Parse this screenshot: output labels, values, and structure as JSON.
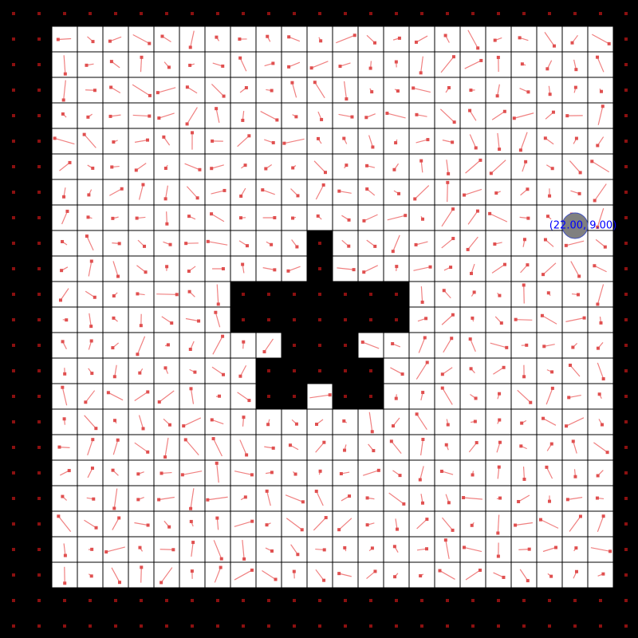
{
  "grid": {
    "cols": 25,
    "rows": 25,
    "wall_color": "#000000",
    "floor_color": "#ffffff",
    "grid_line_color": "#000000",
    "walls": [
      [
        12,
        9
      ],
      [
        12,
        10
      ],
      [
        9,
        11
      ],
      [
        10,
        11
      ],
      [
        11,
        11
      ],
      [
        12,
        11
      ],
      [
        13,
        11
      ],
      [
        14,
        11
      ],
      [
        15,
        11
      ],
      [
        9,
        12
      ],
      [
        10,
        12
      ],
      [
        11,
        12
      ],
      [
        12,
        12
      ],
      [
        13,
        12
      ],
      [
        14,
        12
      ],
      [
        15,
        12
      ],
      [
        11,
        13
      ],
      [
        12,
        13
      ],
      [
        13,
        13
      ],
      [
        10,
        14
      ],
      [
        11,
        14
      ],
      [
        12,
        14
      ],
      [
        13,
        14
      ],
      [
        14,
        14
      ],
      [
        10,
        15
      ],
      [
        11,
        15
      ],
      [
        13,
        15
      ],
      [
        14,
        15
      ]
    ]
  },
  "vector_field": {
    "color": "#f08080",
    "tip_color": "#e05050",
    "random_seed": 7,
    "note_free": true
  },
  "agent": {
    "label": "(22.00, 9.00)",
    "cell": [
      22,
      9
    ],
    "fill_color": "#808080",
    "outline_color": "#4050c0",
    "label_color": "#0000ff"
  }
}
